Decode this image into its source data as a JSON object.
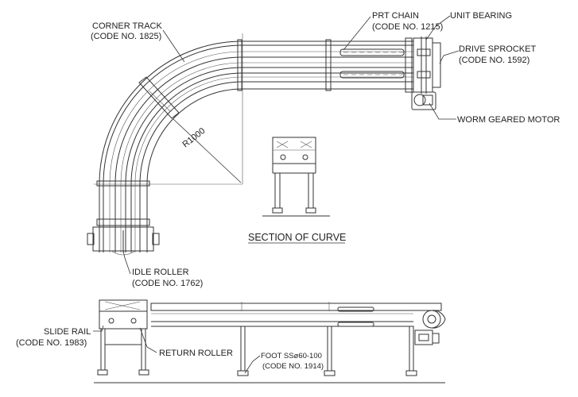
{
  "labels": {
    "corner_track": [
      "CORNER TRACK",
      "(CODE NO. 1825)"
    ],
    "prt_chain": [
      "PRT CHAIN",
      "(CODE NO. 1215)"
    ],
    "unit_bearing": "UNIT BEARING",
    "drive_sprocket": [
      "DRIVE SPROCKET",
      "(CODE NO. 1592)"
    ],
    "worm_geared_motor": "WORM GEARED MOTOR",
    "radius": "R1000",
    "section_of_curve": "SECTION OF CURVE",
    "idle_roller": [
      "IDLE ROLLER",
      "(CODE NO. 1762)"
    ],
    "slide_rail": [
      "SLIDE RAIL",
      "(CODE NO. 1983)"
    ],
    "return_roller": "RETURN ROLLER",
    "foot": [
      "FOOT SSø60-100",
      "(CODE NO. 1914)"
    ]
  },
  "colors": {
    "line": "#333333",
    "text": "#222222",
    "background": "#ffffff"
  }
}
